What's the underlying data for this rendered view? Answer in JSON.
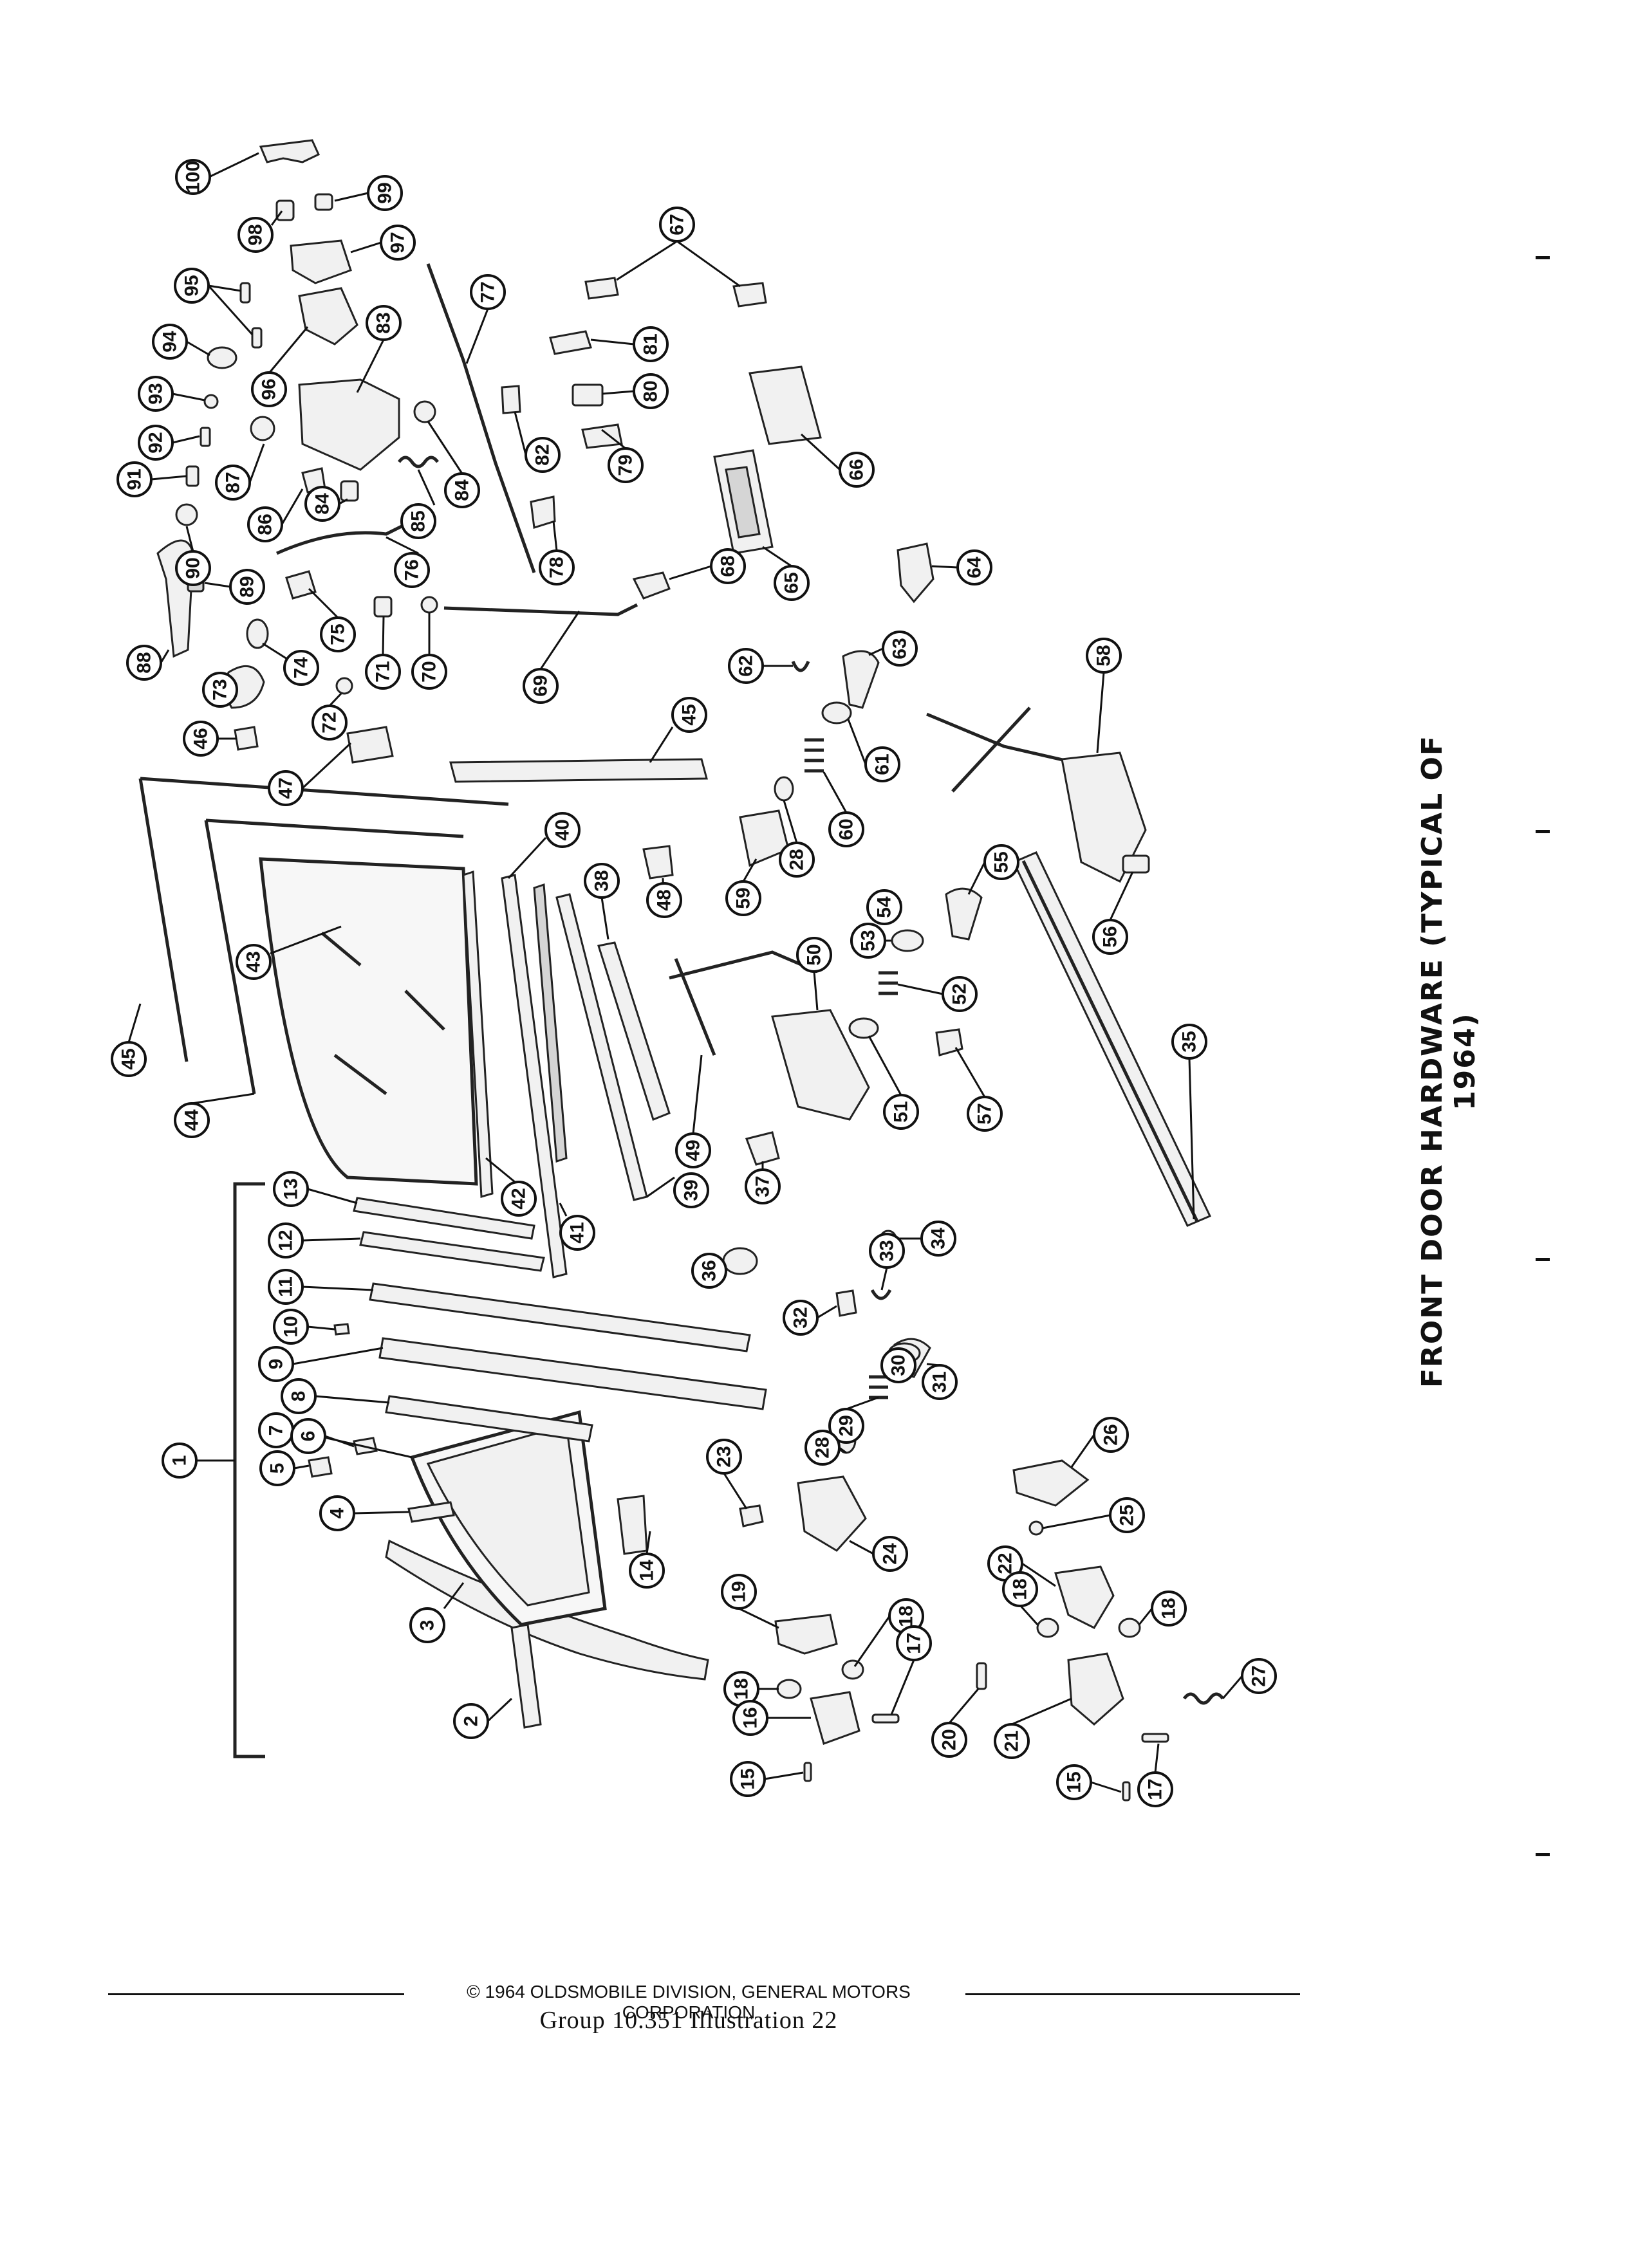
{
  "diagram": {
    "title": "FRONT DOOR HARDWARE (TYPICAL OF 1964)",
    "copyright": "© 1964 OLDSMOBILE DIVISION, GENERAL MOTORS CORPORATION",
    "caption": "Group 10.351   Illustration 22",
    "callouts": [
      "100",
      "99",
      "98",
      "97",
      "96",
      "95",
      "94",
      "93",
      "92",
      "91",
      "90",
      "89",
      "88",
      "87",
      "86",
      "85",
      "84",
      "84",
      "83",
      "82",
      "81",
      "80",
      "79",
      "78",
      "77",
      "76",
      "75",
      "74",
      "73",
      "72",
      "71",
      "70",
      "69",
      "68",
      "67",
      "66",
      "65",
      "64",
      "63",
      "62",
      "61",
      "60",
      "59",
      "58",
      "57",
      "56",
      "55",
      "54",
      "53",
      "52",
      "51",
      "50",
      "49",
      "48",
      "47",
      "46",
      "45",
      "45",
      "44",
      "43",
      "42",
      "41",
      "40",
      "39",
      "38",
      "37",
      "36",
      "35",
      "34",
      "33",
      "32",
      "31",
      "30",
      "29",
      "28",
      "28",
      "27",
      "26",
      "25",
      "24",
      "23",
      "22",
      "21",
      "20",
      "19",
      "18",
      "18",
      "18",
      "18",
      "17",
      "17",
      "16",
      "15",
      "15",
      "14",
      "13",
      "12",
      "11",
      "10",
      "9",
      "8",
      "7",
      "6",
      "5",
      "4",
      "3",
      "2",
      "1"
    ]
  }
}
